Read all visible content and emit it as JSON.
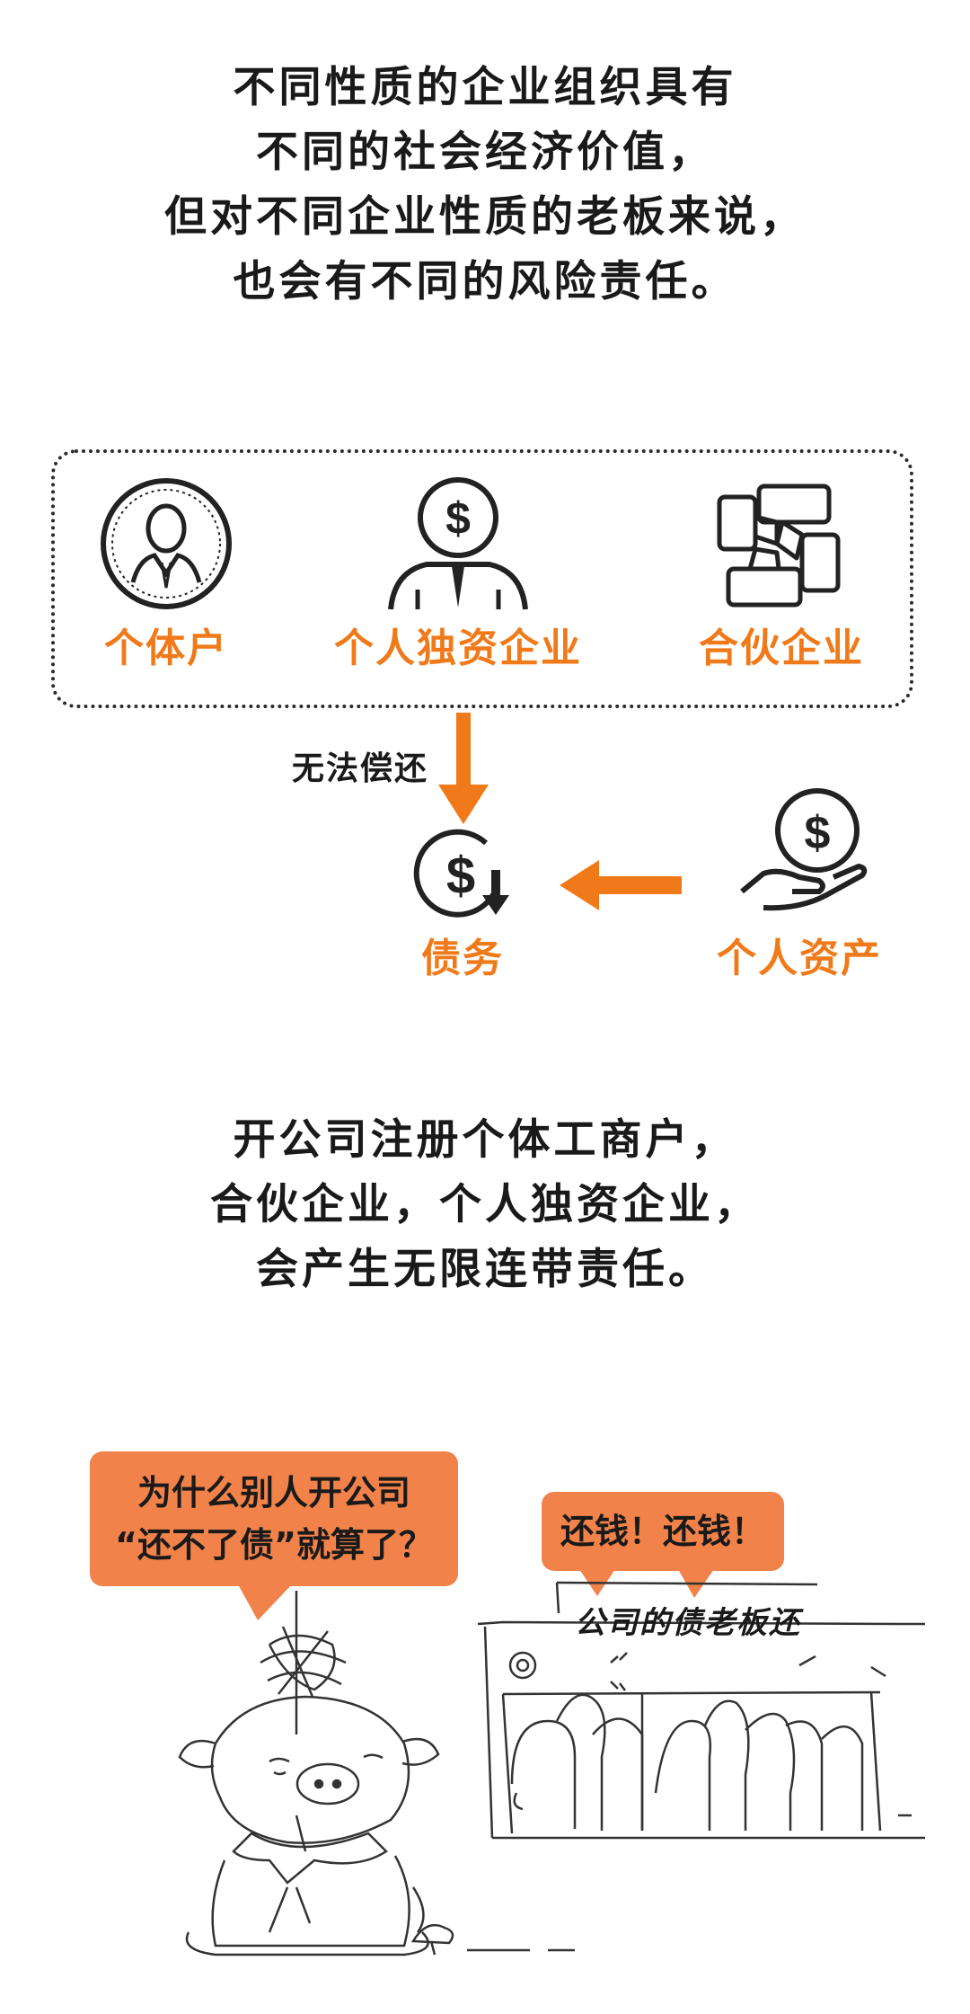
{
  "intro": {
    "lines": [
      "不同性质的企业组织具有",
      "不同的社会经济价值，",
      "但对不同企业性质的老板来说，",
      "也会有不同的风险责任。"
    ]
  },
  "diagram": {
    "types": [
      "个体户",
      "个人独资企业",
      "合伙企业"
    ],
    "arrow_label": "无法偿还",
    "debt_label": "债务",
    "assets_label": "个人资产",
    "dollar_symbol": "$",
    "icons": [
      "person-coin-icon",
      "dollar-person-icon",
      "hands-teamwork-icon",
      "dollar-down-icon",
      "hand-dollar-icon"
    ],
    "accent_color": "#f07a1a"
  },
  "summary": {
    "lines": [
      "开公司注册个体工商户，",
      "合伙企业，个人独资企业，",
      "会产生无限连带责任。"
    ]
  },
  "comic": {
    "left_bubble": [
      "为什么别人开公司",
      "“还不了债”就算了？"
    ],
    "right_bubble": "还钱！还钱！",
    "sign": "公司的债老板还",
    "bubble_color": "#f0824a"
  }
}
